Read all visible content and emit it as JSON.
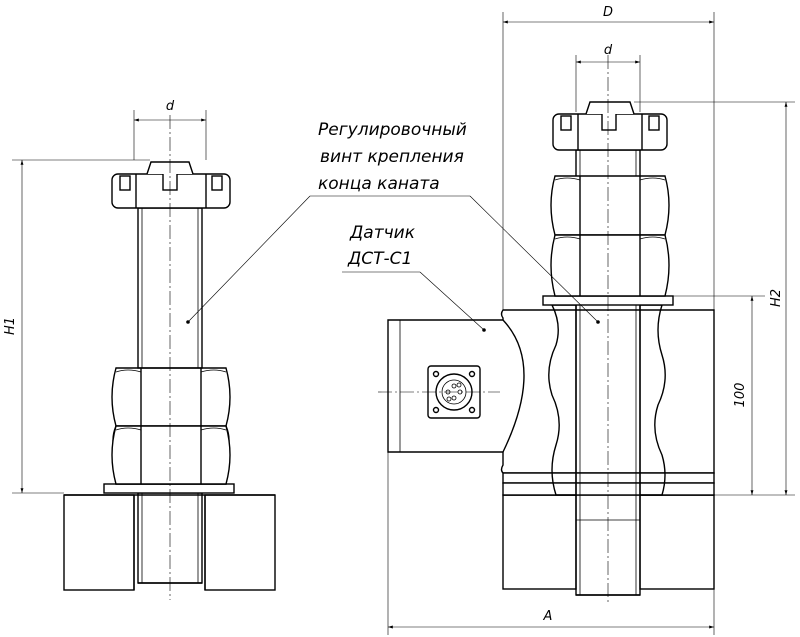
{
  "callouts": {
    "screw_line1": "Регулировочный",
    "screw_line2": "винт крепления",
    "screw_line3": "конца каната",
    "sensor_line1": "Датчик",
    "sensor_line2": "ДСТ-С1"
  },
  "dimensions": {
    "left_d": "d",
    "left_h1": "H1",
    "right_D": "D",
    "right_d": "d",
    "right_h2": "H2",
    "right_100": "100",
    "right_A": "A"
  }
}
